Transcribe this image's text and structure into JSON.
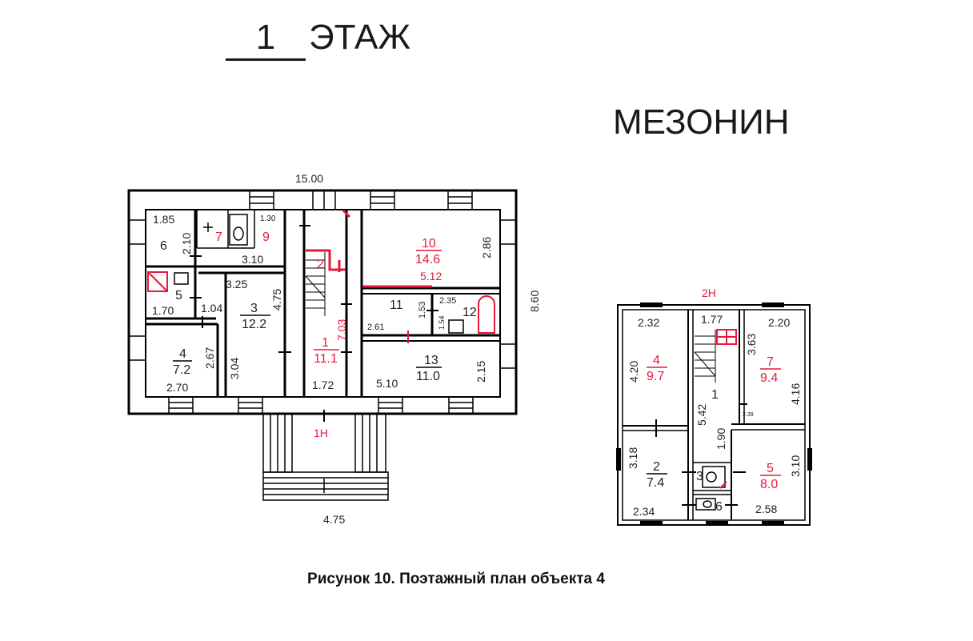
{
  "header": {
    "floor_number": "1",
    "floor_word": "ЭТАЖ",
    "mezzanine": "МЕЗОНИН"
  },
  "caption": "Рисунок 10. Поэтажный план объекта 4",
  "colors": {
    "walls": "#000000",
    "text": "#222222",
    "accent": "#e8183c"
  },
  "floor1": {
    "dims": {
      "overall_width": "15.00",
      "overall_depth": "8.60",
      "porch_width": "4.75",
      "r6_w": "1.85",
      "r6_d": "2.10",
      "r9_w": "1.30",
      "r9_w2": "3.10",
      "r3_w": "3.25",
      "r3_d": "4.75",
      "r3_d2": "3.04",
      "r5_w": "1.70",
      "r5_d": "1.04",
      "r4_d": "2.67",
      "r4_w": "2.70",
      "r1_d": "7.03",
      "r1_w": "1.72",
      "r10_w": "5.12",
      "r10_d": "2.86",
      "r11_w": "2.61",
      "r11_d": "1.53",
      "r12_w": "2.35",
      "r12_d": "1.54",
      "r13_w": "5.10",
      "r13_d": "2.15"
    },
    "rooms": {
      "r1": {
        "no": "1",
        "area": "11.1"
      },
      "r2": {
        "no": "2"
      },
      "r3": {
        "no": "3",
        "area": "12.2"
      },
      "r4": {
        "no": "4",
        "area": "7.2"
      },
      "r5": {
        "no": "5"
      },
      "r6": {
        "no": "6"
      },
      "r7": {
        "no": "7"
      },
      "r9": {
        "no": "9"
      },
      "r10": {
        "no": "10",
        "area": "14.6"
      },
      "r11": {
        "no": "11"
      },
      "r12": {
        "no": "12"
      },
      "r13": {
        "no": "13",
        "area": "11.0"
      }
    },
    "porch_label": "1Н"
  },
  "mezz": {
    "label": "2Н",
    "dims": {
      "r4_w": "2.32",
      "r4_d": "4.20",
      "r1_w": "1.77",
      "r1_d": "5.42",
      "r1_d2": "1.90",
      "r1_d3": "3.63",
      "r7_w": "2.20",
      "r7_d": "4.16",
      "r2_d": "3.18",
      "r2_w": "2.34",
      "r5_d": "3.10",
      "r5_w": "2.58",
      "small": "2.39"
    },
    "rooms": {
      "r1": {
        "no": "1"
      },
      "r2": {
        "no": "2",
        "area": "7.4"
      },
      "r3": {
        "no": "3"
      },
      "r4": {
        "no": "4",
        "area": "9.7"
      },
      "r5": {
        "no": "5",
        "area": "8.0"
      },
      "r6": {
        "no": "6"
      },
      "r7": {
        "no": "7",
        "area": "9.4"
      }
    }
  }
}
